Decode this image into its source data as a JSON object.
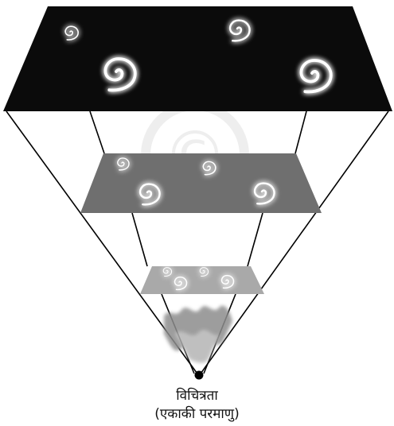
{
  "diagram": {
    "caption_line_1": "विचित्रता",
    "caption_line_2": "(एकाकी परमाणु)",
    "colors": {
      "top_plane": "#0b0b0b",
      "middle_plane": "#6f6f6f",
      "bottom_plane": "#a9a9a9",
      "cone_lines": "#000000",
      "galaxy_glow": "#ffffff",
      "watermark": "#d9d9d9"
    },
    "planes": [
      {
        "name": "top-plane",
        "galaxy_count": 4
      },
      {
        "name": "middle-plane",
        "galaxy_count": 4
      },
      {
        "name": "bottom-plane",
        "galaxy_count": 4
      }
    ],
    "icons": [
      "spiral-galaxy-icon",
      "singularity-point-icon",
      "copyright-watermark-icon"
    ]
  }
}
